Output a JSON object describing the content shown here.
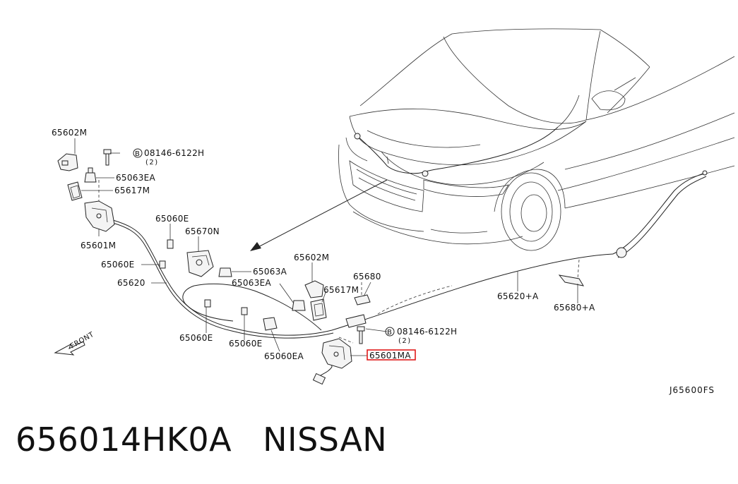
{
  "labels": {
    "l_65602M_top": "65602M",
    "l_screw_top": "08146-6122H",
    "l_screw_top_qty": "(2)",
    "l_65063EA_top": "65063EA",
    "l_65617M_top": "65617M",
    "l_65601M": "65601M",
    "l_65060E_a": "65060E",
    "l_65670N": "65670N",
    "l_65060E_b": "65060E",
    "l_65620": "65620",
    "l_65063A": "65063A",
    "l_65063EA_mid": "65063EA",
    "l_65602M_mid": "65602M",
    "l_65617M_mid": "65617M",
    "l_65680": "65680",
    "l_65620A": "65620+A",
    "l_65680A": "65680+A",
    "l_screw_mid": "08146-6122H",
    "l_screw_mid_qty": "(2)",
    "l_65060E_c": "65060E",
    "l_65060E_d": "65060E",
    "l_65060EA": "65060EA",
    "l_65601MA": "65601MA",
    "front": "FRONT",
    "bolt_prefix": "B",
    "drawing_code": "J65600FS"
  },
  "highlight_color": "#e01b1b",
  "caption": {
    "part_number": "656014HK0A",
    "brand": "NISSAN"
  }
}
